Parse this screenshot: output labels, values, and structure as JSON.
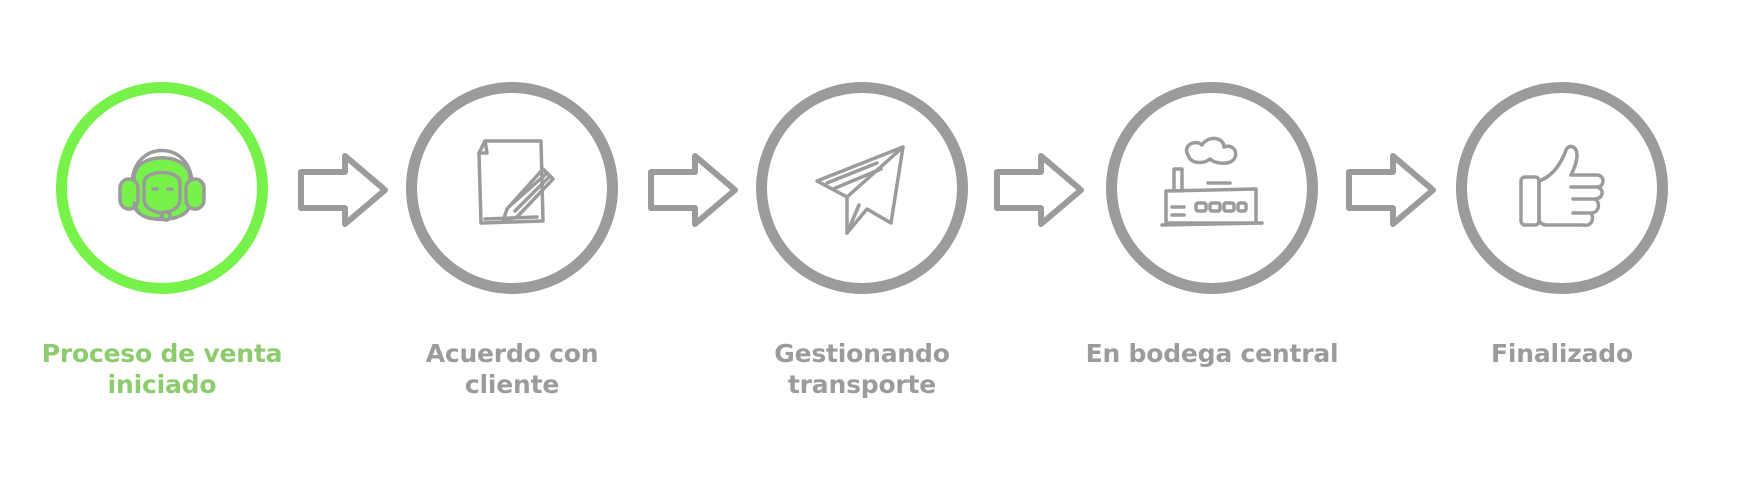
{
  "colors": {
    "active": "#76f24a",
    "active_text": "#8dcc6d",
    "inactive": "#9b9b9b"
  },
  "steps": [
    {
      "label": "Proceso de venta iniciado",
      "icon": "headset-icon",
      "state": "active"
    },
    {
      "label": "Acuerdo con cliente",
      "icon": "document-pencil-icon",
      "state": "inactive"
    },
    {
      "label": "Gestionando transporte",
      "icon": "paper-plane-icon",
      "state": "inactive"
    },
    {
      "label": "En bodega central",
      "icon": "factory-icon",
      "state": "inactive"
    },
    {
      "label": "Finalizado",
      "icon": "thumbs-up-icon",
      "state": "inactive"
    }
  ]
}
